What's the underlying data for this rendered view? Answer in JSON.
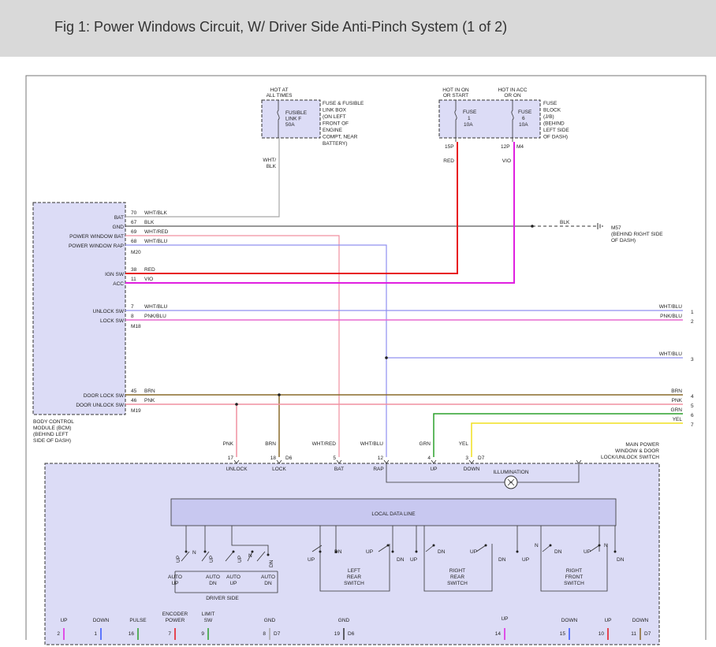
{
  "title": "Fig 1: Power Windows Circuit, W/ Driver Side Anti-Pinch System (1 of 2)",
  "sources": {
    "hot_at_all_times": [
      "HOT AT",
      "ALL TIMES"
    ],
    "fusible_link": [
      "FUSIBLE",
      "LINK F",
      "50A"
    ],
    "fuse_link_box": [
      "FUSE & FUSIBLE",
      "LINK BOX",
      "(ON LEFT",
      "FRONT OF",
      "ENGINE",
      "COMPT, NEAR",
      "BATTERY)"
    ],
    "hot_in_on": [
      "HOT IN ON",
      "OR START"
    ],
    "hot_in_acc": [
      "HOT IN ACC",
      "OR ON"
    ],
    "fuse1": [
      "FUSE",
      "1",
      "10A"
    ],
    "fuse6": [
      "FUSE",
      "6",
      "10A"
    ],
    "fuse_block": [
      "FUSE",
      "BLOCK",
      "(J/B)",
      "(BEHIND",
      "LEFT SIDE",
      "OF DASH)"
    ],
    "conn_15p": "15P",
    "conn_12p": "12P",
    "conn_m4": "M4",
    "wht_blk_top": [
      "WHT/",
      "BLK"
    ],
    "red_top": "RED",
    "vio_top": "VIO"
  },
  "bcm": {
    "pins": [
      "BAT",
      "GND",
      "POWER WINDOW BAT",
      "POWER WINDOW RAP",
      "IGN SW",
      "ACC",
      "UNLOCK SW",
      "LOCK SW",
      "DOOR LOCK SW",
      "DOOR UNLOCK SW"
    ],
    "pin_numbers": [
      "70",
      "67",
      "69",
      "68",
      "38",
      "11",
      "7",
      "8",
      "45",
      "46"
    ],
    "wire_colors": [
      "WHT/BLK",
      "BLK",
      "WHT/RED",
      "WHT/BLU",
      "RED",
      "VIO",
      "WHT/BLU",
      "PNK/BLU",
      "BRN",
      "PNK"
    ],
    "conn_m20": "M20",
    "conn_m18": "M18",
    "conn_m19": "M19",
    "label": [
      "BODY CONTROL",
      "MODULE (BCM)",
      "(BEHIND LEFT",
      "SIDE OF DASH)"
    ]
  },
  "ground": {
    "wire": "BLK",
    "name": "M57",
    "location": [
      "(BEHIND RIGHT SIDE",
      "OF DASH)"
    ]
  },
  "right_side": {
    "colors": [
      "WHT/BLU",
      "PNK/BLU",
      "WHT/BLU",
      "BRN",
      "PNK",
      "GRN",
      "YEL"
    ],
    "numbers": [
      "1",
      "2",
      "3",
      "4",
      "5",
      "6",
      "7"
    ]
  },
  "switch_top": {
    "wire_colors": [
      "PNK",
      "BRN",
      "WHT/RED",
      "WHT/BLU",
      "GRN",
      "YEL"
    ],
    "pin_numbers": [
      "17",
      "18",
      "5",
      "12",
      "4",
      "3"
    ],
    "pin_names": [
      "UNLOCK",
      "LOCK",
      "BAT",
      "RAP",
      "UP",
      "DOWN"
    ],
    "conn_d6": "D6",
    "conn_d7": "D7",
    "title": [
      "MAIN POWER",
      "WINDOW & DOOR",
      "LOCK/UNLOCK SWITCH"
    ],
    "illumination": "ILLUMINATION",
    "local_data_line": "LOCAL DATA LINE"
  },
  "switches": {
    "driver_side": "DRIVER SIDE",
    "auto_up_1": [
      "AUTO",
      "UP"
    ],
    "auto_dn_1": [
      "AUTO",
      "DN"
    ],
    "auto_up_2": [
      "AUTO",
      "UP"
    ],
    "auto_dn_2": [
      "AUTO",
      "DN"
    ],
    "left_rear": [
      "LEFT",
      "REAR",
      "SWITCH"
    ],
    "right_rear": [
      "RIGHT",
      "REAR",
      "SWITCH"
    ],
    "right_front": [
      "RIGHT",
      "FRONT",
      "SWITCH"
    ],
    "up": "UP",
    "dn": "DN",
    "n": "N"
  },
  "bottom": {
    "labels": [
      "UP",
      "DOWN",
      "PULSE",
      "ENCODER POWER",
      "LIMIT SW",
      "GND",
      "GND",
      "UP",
      "DOWN",
      "UP",
      "DOWN"
    ],
    "numbers": [
      "2",
      "1",
      "16",
      "7",
      "9",
      "8",
      "19",
      "14",
      "15",
      "10",
      "11"
    ],
    "conn_d7a": "D7",
    "conn_d6": "D6",
    "conn_d7b": "D7"
  },
  "colors": {
    "red": "#e8141c",
    "vio": "#e020e0",
    "pink": "#f090a0",
    "brn": "#8a6a2a",
    "grn": "#2ca02c",
    "yel": "#f0e020",
    "blu": "#9090f0",
    "gray": "#a8a8a8",
    "box_fill": "#dcdcf6"
  }
}
